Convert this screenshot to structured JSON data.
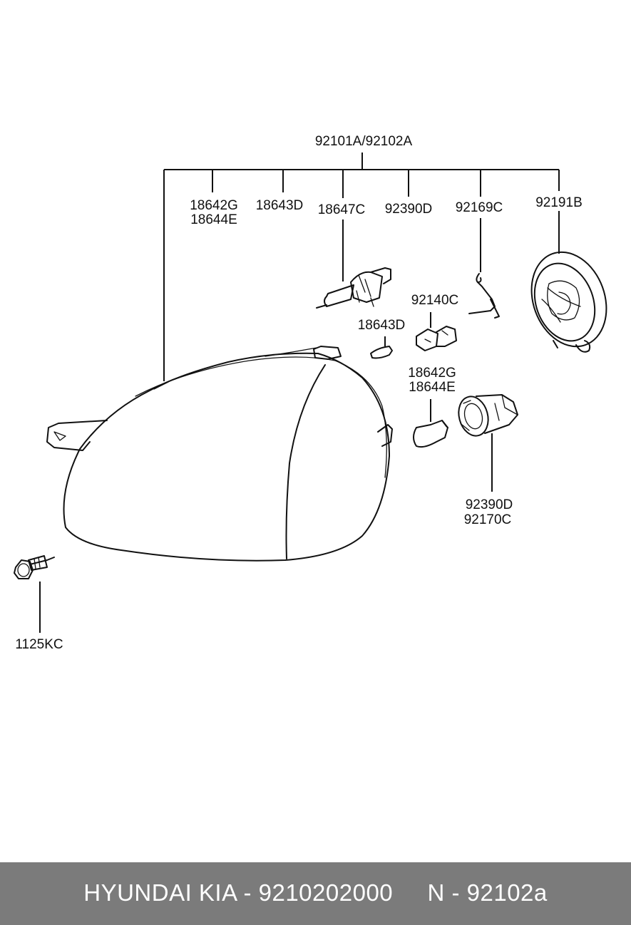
{
  "diagram": {
    "assembly_label": "92101A/92102A",
    "callouts": {
      "c18642G_top": "18642G",
      "c18644E_top": "18644E",
      "c18643D_top": "18643D",
      "c18647C": "18647C",
      "c92390D_top": "92390D",
      "c92169C": "92169C",
      "c92191B": "92191B",
      "c92140C": "92140C",
      "c18643D_mid": "18643D",
      "c18642G_mid": "18642G",
      "c18644E_mid": "18644E",
      "c92390D_bot": "92390D",
      "c92170C": "92170C",
      "c1125KC": "1125KC"
    }
  },
  "footer": {
    "text": "HYUNDAI KIA - 9210202000     N - 92102a"
  }
}
